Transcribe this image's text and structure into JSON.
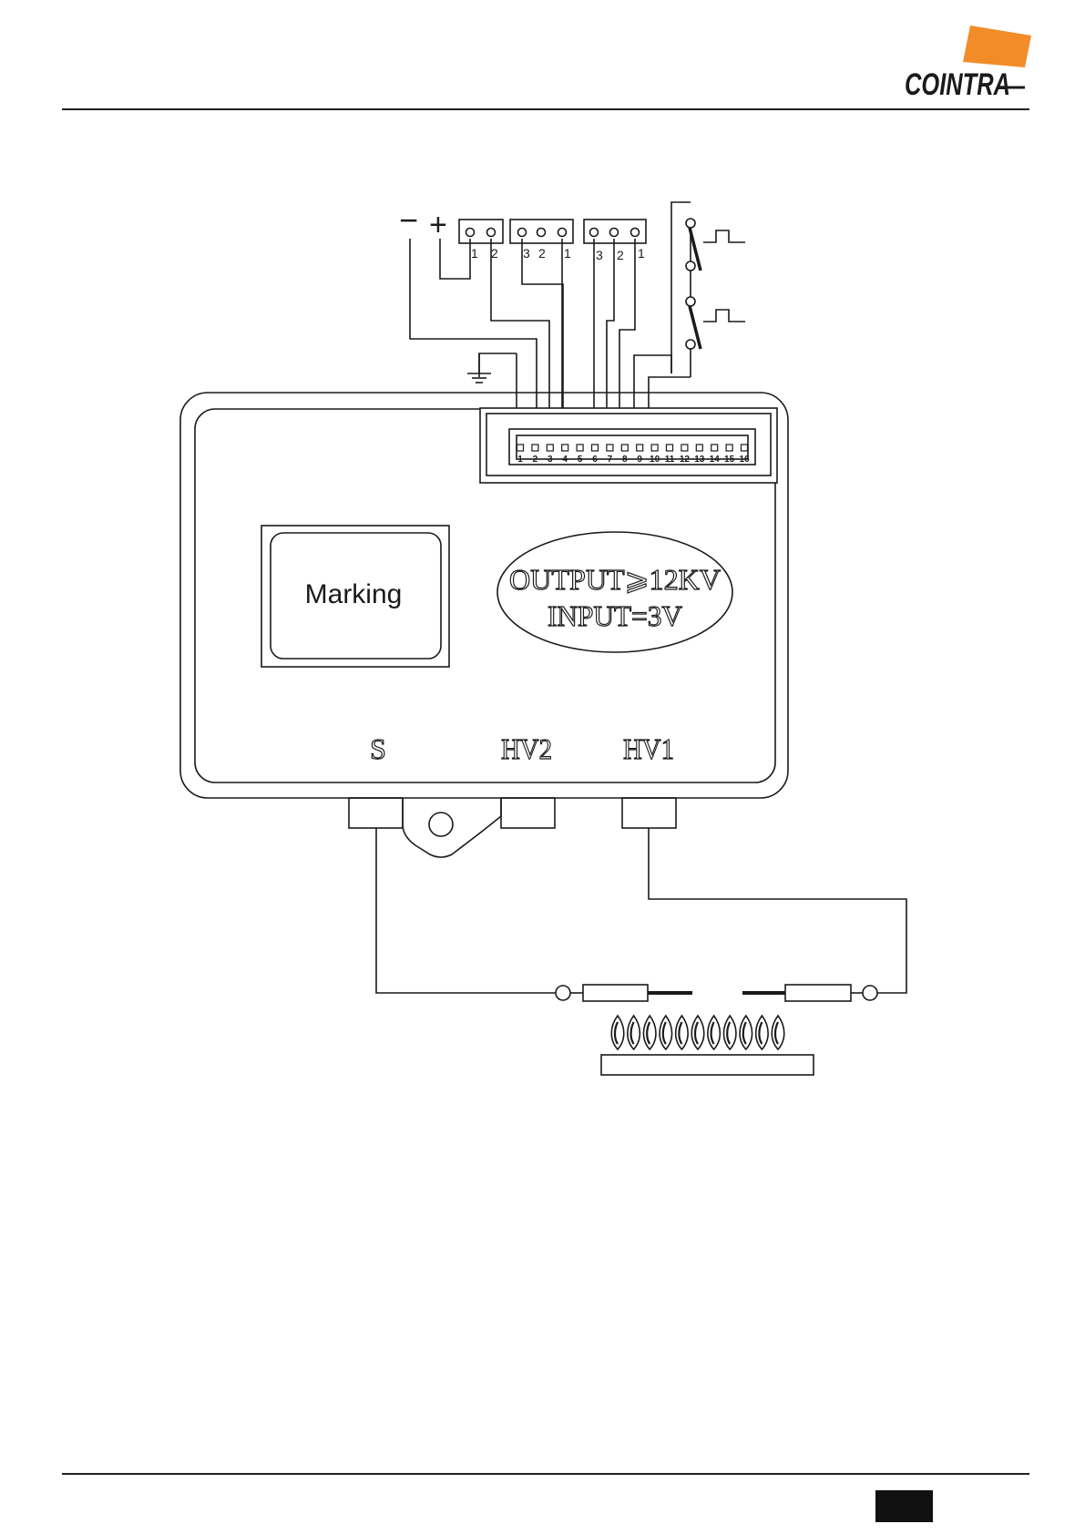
{
  "header": {
    "brand": "COINTRA"
  },
  "power": {
    "minus": "−",
    "plus": "+"
  },
  "connectors": {
    "power": [
      "1",
      "2"
    ],
    "output_a": [
      "3",
      "2",
      "1"
    ],
    "output_b": [
      "3",
      "2",
      "1"
    ]
  },
  "pin_labels": [
    "1",
    "2",
    "3",
    "4",
    "5",
    "6",
    "7",
    "8",
    "9",
    "10",
    "11",
    "12",
    "13",
    "14",
    "15",
    "16"
  ],
  "module": {
    "marking_label": "Marking",
    "output_text": "OUTPUT⩾12KV",
    "input_text": "INPUT=3V",
    "ports": {
      "s": "S",
      "hv2": "HV2",
      "hv1": "HV1"
    }
  },
  "colors": {
    "brand_orange": "#F28C28",
    "line": "#1a1a1a"
  }
}
